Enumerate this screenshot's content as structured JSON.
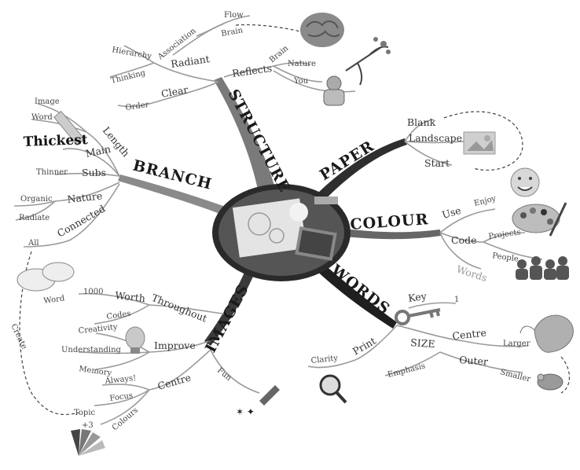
{
  "diagram": {
    "main_branches": {
      "structure": "STRUCTURE",
      "paper": "PAPER",
      "colour": "COLOUR",
      "words": "WORDS",
      "images": "IMAGES",
      "branch": "BRANCH"
    },
    "structure": {
      "radiant": "Radiant",
      "clear": "Clear",
      "reflects": "Reflects",
      "hierarchy": "Hierarchy",
      "association": "Association",
      "thinking": "Thinking",
      "order": "Order",
      "flow": "Flow",
      "brain_a": "Brain",
      "brain_b": "Brain",
      "nature": "Nature",
      "you": "You"
    },
    "paper": {
      "blank": "Blank",
      "landscape": "Landscape",
      "start": "Start"
    },
    "colour": {
      "use": "Use",
      "enjoy": "Enjoy",
      "code": "Code",
      "projects": "Projects",
      "people": "People",
      "words": "Words"
    },
    "words": {
      "key": "Key",
      "one": "1",
      "size": "SIZE",
      "centre": "Centre",
      "larger": "Larger",
      "outer": "Outer",
      "smaller": "Smaller",
      "emphasis": "Emphasis",
      "print": "Print",
      "clarity": "Clarity"
    },
    "images": {
      "throughout": "Throughout",
      "worth": "Worth",
      "thousand": "1000",
      "word": "Word",
      "codes": "Codes",
      "improve": "Improve",
      "creativity": "Creativity",
      "understanding": "Understanding",
      "memory": "Memory",
      "centre": "Centre",
      "always": "Always!",
      "focus": "Focus",
      "topic": "Topic",
      "plus3": "+3",
      "colours": "Colours",
      "fun": "Fun",
      "create": "Create"
    },
    "branch": {
      "length": "Length",
      "image": "Image",
      "word": "Word",
      "main": "Main",
      "thickest": "Thickest",
      "subs": "Subs",
      "thinner": "Thinner",
      "nature": "Nature",
      "organic": "Organic",
      "radiate": "Radiate",
      "connected": "Connected",
      "all": "All"
    }
  }
}
